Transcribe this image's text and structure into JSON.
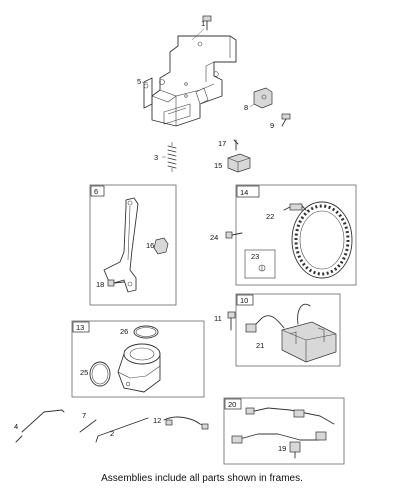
{
  "labels": {
    "p1": "1",
    "p2": "2",
    "p3": "3",
    "p4": "4",
    "p5": "5",
    "p6": "6",
    "p7": "7",
    "p8": "8",
    "p9": "9",
    "p10": "10",
    "p11": "11",
    "p12": "12",
    "p13": "13",
    "p14": "14",
    "p15": "15",
    "p16": "16",
    "p17": "17",
    "p18": "18",
    "p19": "19",
    "p20": "20",
    "p21": "21",
    "p22": "22",
    "p23": "23",
    "p24": "24",
    "p25": "25",
    "p26": "26"
  },
  "caption": "Assemblies include all parts shown in frames."
}
